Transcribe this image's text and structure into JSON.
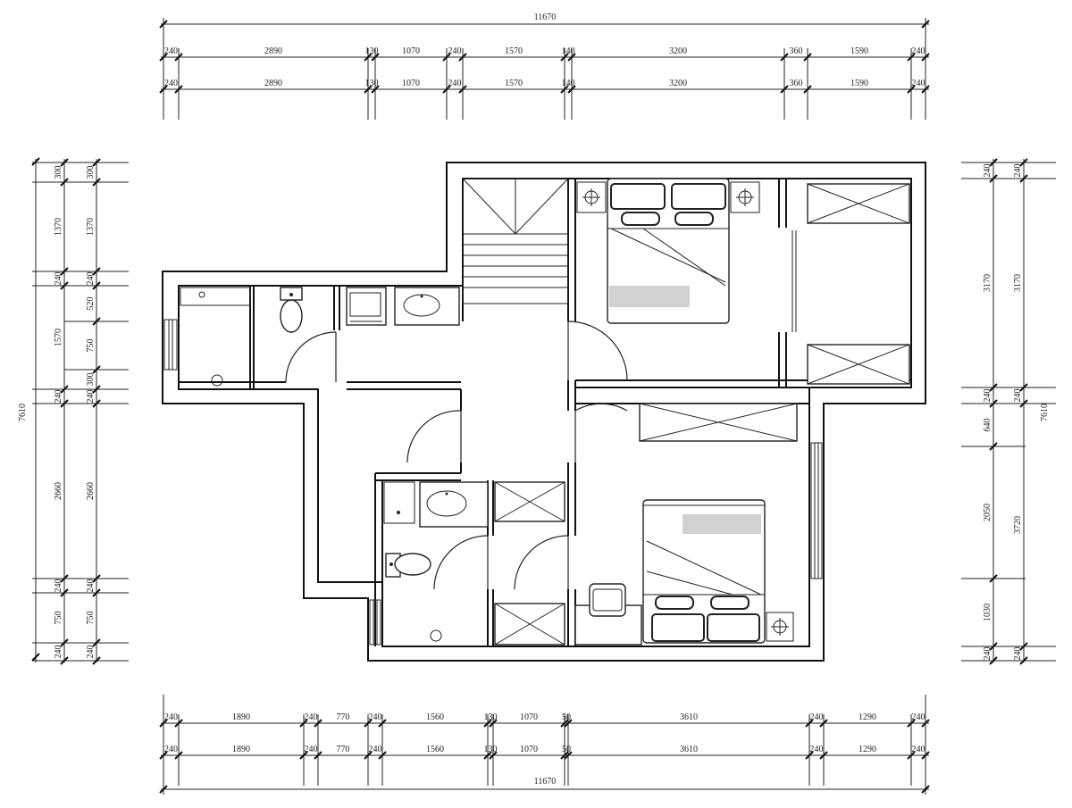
{
  "dimensions": {
    "top_total": "11670",
    "top_row1": [
      "240",
      "2890",
      "130",
      "1070",
      "240",
      "1570",
      "140",
      "3200",
      "360",
      "1590",
      "240"
    ],
    "top_row2": [
      "240",
      "2890",
      "130",
      "1070",
      "240",
      "1570",
      "140",
      "3200",
      "360",
      "1590",
      "240"
    ],
    "bottom_row1": [
      "240",
      "1890",
      "240",
      "770",
      "240",
      "1560",
      "130",
      "1070",
      "50",
      "3610",
      "240",
      "1290",
      "240"
    ],
    "bottom_row2": [
      "240",
      "1890",
      "240",
      "770",
      "240",
      "1560",
      "130",
      "1070",
      "50",
      "3610",
      "240",
      "1290",
      "240"
    ],
    "bottom_total": "11670",
    "left_total": "7610",
    "left_col1": [
      "300",
      "1370",
      "240",
      "1570",
      "240",
      "2660",
      "240",
      "750",
      "240"
    ],
    "left_col2": [
      "300",
      "1370",
      "240",
      "520",
      "750",
      "300",
      "240",
      "2660",
      "240",
      "750",
      "240"
    ],
    "right_total": "7610",
    "right_col1": [
      "240",
      "3170",
      "240",
      "640",
      "2050",
      "1030",
      "240"
    ],
    "right_col2": [
      "240",
      "3170",
      "240",
      "3720",
      "240"
    ]
  },
  "colors": {
    "line": "#222222",
    "background": "#ffffff"
  }
}
